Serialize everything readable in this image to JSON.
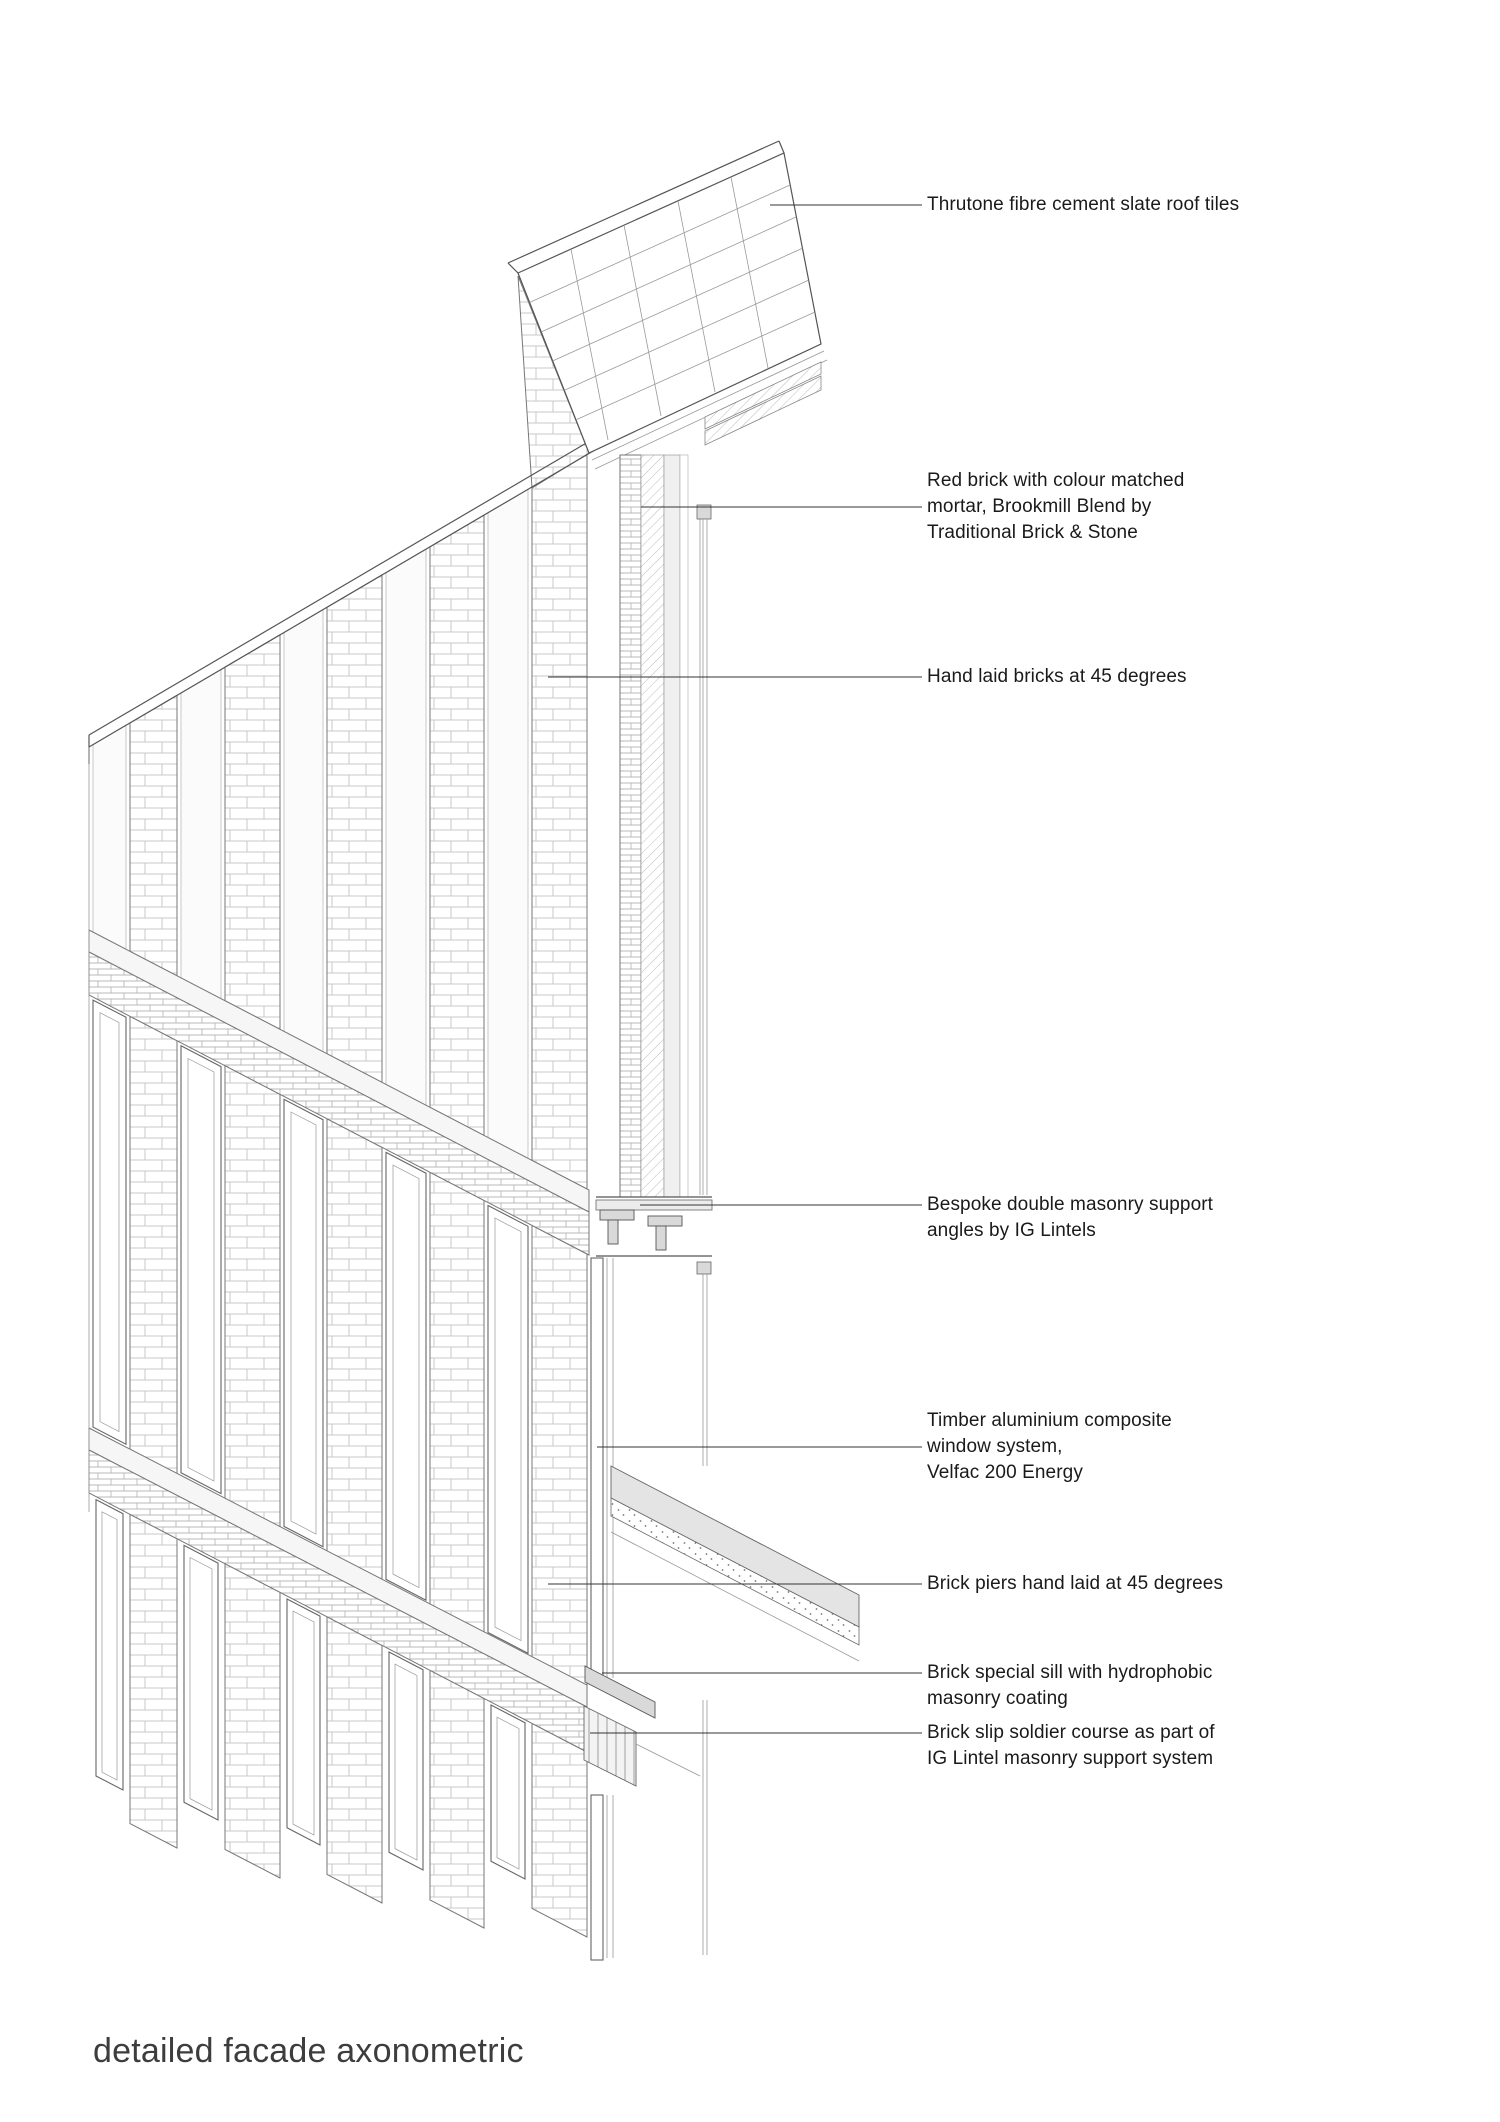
{
  "page": {
    "title": "detailed facade axonometric"
  },
  "annotations": [
    {
      "id": "roof-tiles",
      "text": "Thrutone fibre cement slate roof tiles"
    },
    {
      "id": "red-brick",
      "text": "Red brick with colour matched\nmortar, Brookmill Blend by\nTraditional Brick & Stone"
    },
    {
      "id": "hand-laid-bricks",
      "text": "Hand laid bricks at 45 degrees"
    },
    {
      "id": "masonry-support-angles",
      "text": "Bespoke double masonry support\nangles by IG Lintels"
    },
    {
      "id": "window-system",
      "text": "Timber aluminium composite\nwindow system,\nVelfac 200 Energy"
    },
    {
      "id": "brick-piers",
      "text": "Brick piers hand laid at 45 degrees"
    },
    {
      "id": "brick-sill",
      "text": "Brick special sill with hydrophobic\nmasonry coating"
    },
    {
      "id": "brick-slip-soldier",
      "text": "Brick slip soldier course as part of\nIG Lintel masonry support system"
    }
  ]
}
